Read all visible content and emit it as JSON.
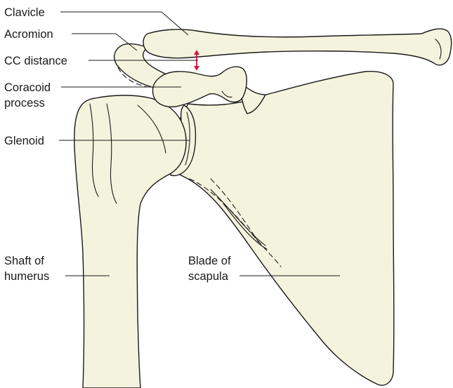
{
  "labels": {
    "clavicle": "Clavicle",
    "acromion": "Acromion",
    "cc_distance": "CC distance",
    "coracoid_line1": "Coracoid",
    "coracoid_line2": "process",
    "glenoid": "Glenoid",
    "humerus_line1": "Shaft of",
    "humerus_line2": "humerus",
    "scapula_line1": "Blade of",
    "scapula_line2": "scapula"
  },
  "colors": {
    "bone_fill": "#f4f3dd",
    "outline": "#1a1a1a",
    "cc_marker": "#d6153c"
  }
}
